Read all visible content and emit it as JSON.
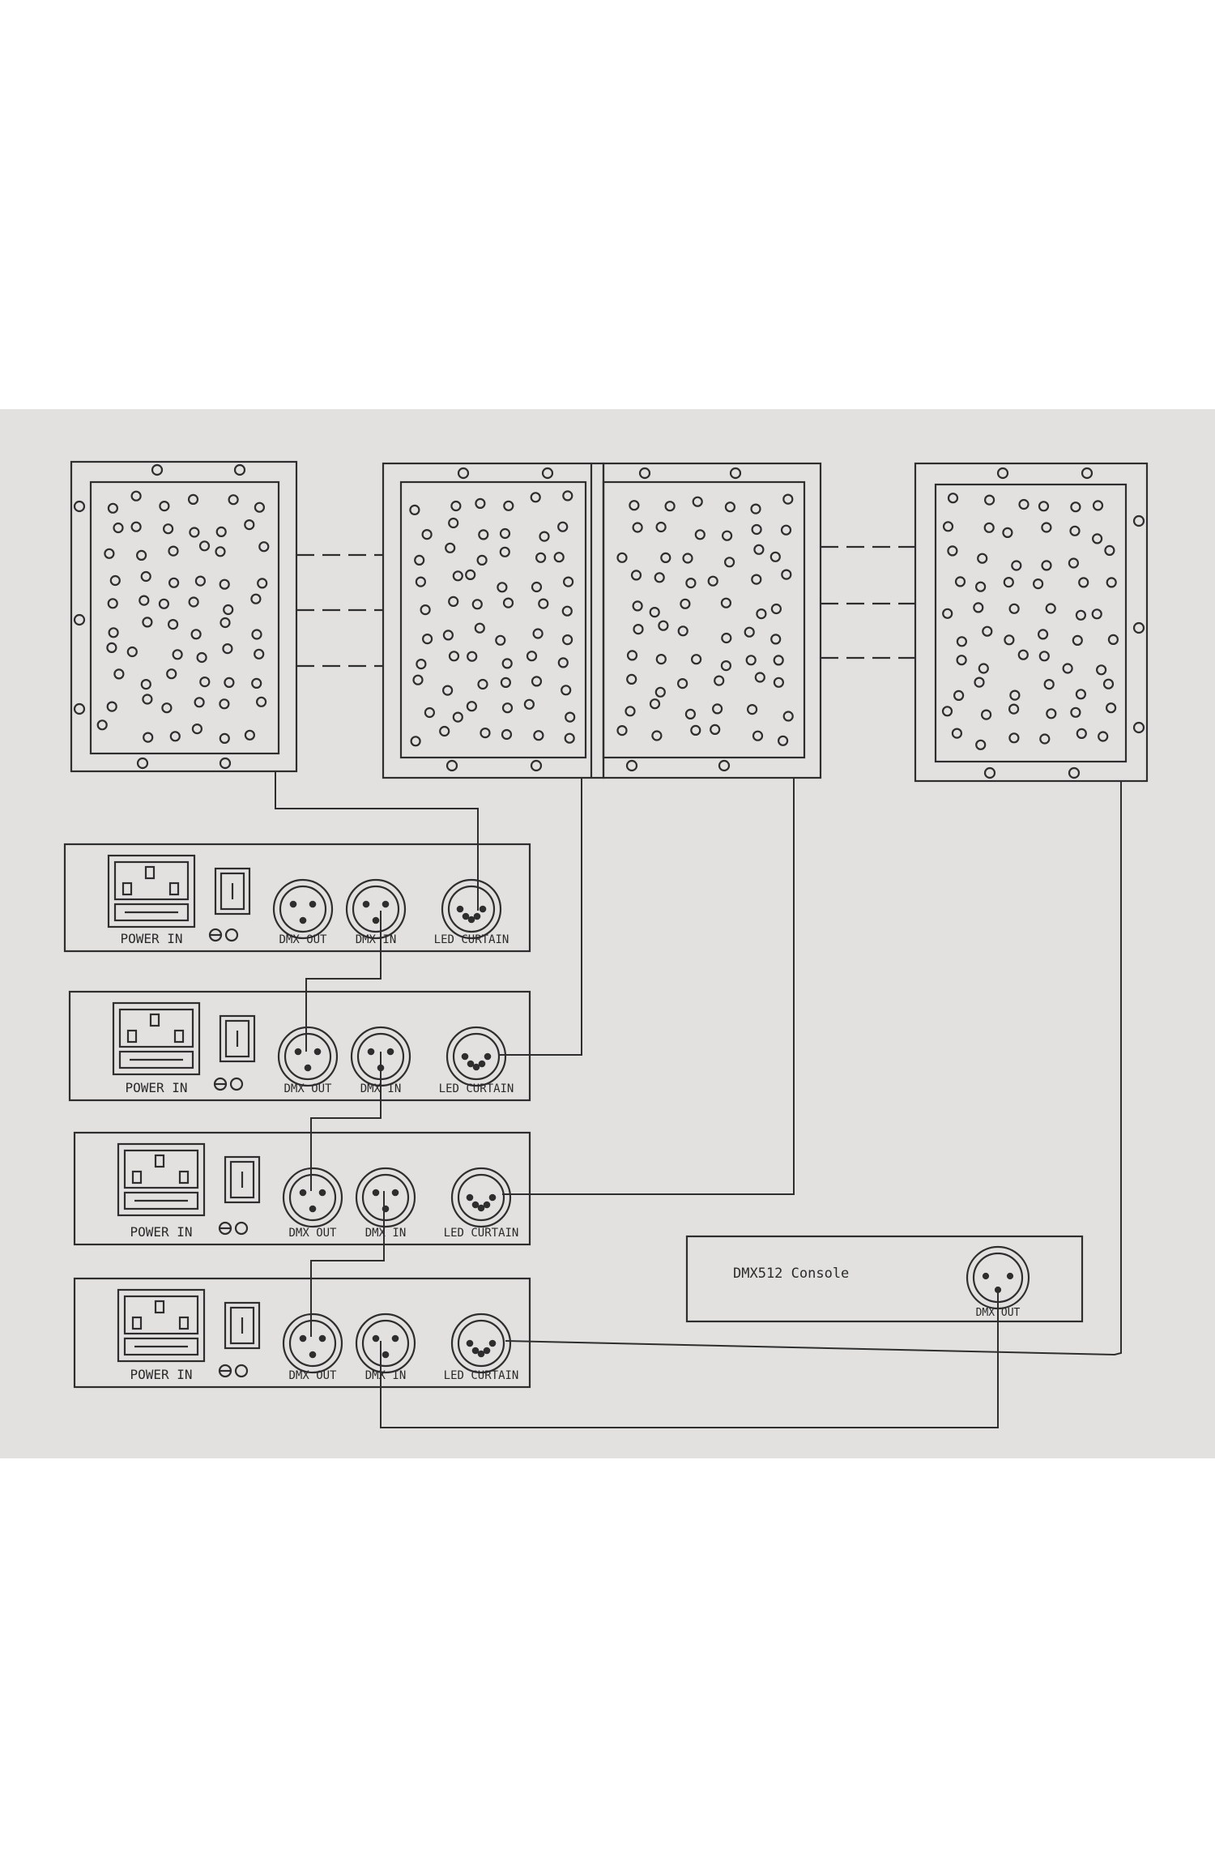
{
  "colors": {
    "page_background": "#ffffff",
    "paper": "#e2e1df",
    "line": "#2e2e2e"
  },
  "panels": [
    {
      "id": "led-panel-1"
    },
    {
      "id": "led-panel-2"
    },
    {
      "id": "led-panel-3"
    },
    {
      "id": "led-panel-4"
    }
  ],
  "controllers": [
    {
      "power_label": "POWER IN",
      "dmx_out_label": "DMX OUT",
      "dmx_in_label": "DMX IN",
      "curtain_label": "LED CURTAIN"
    },
    {
      "power_label": "POWER IN",
      "dmx_out_label": "DMX OUT",
      "dmx_in_label": "DMX IN",
      "curtain_label": "LED CURTAIN"
    },
    {
      "power_label": "POWER IN",
      "dmx_out_label": "DMX OUT",
      "dmx_in_label": "DMX IN",
      "curtain_label": "LED CURTAIN"
    },
    {
      "power_label": "POWER IN",
      "dmx_out_label": "DMX OUT",
      "dmx_in_label": "DMX IN",
      "curtain_label": "LED CURTAIN"
    }
  ],
  "console": {
    "title": "DMX512 Console",
    "dmx_out_label": "DMX OUT"
  },
  "icons": {
    "power_socket": "iec-power-socket-icon",
    "switch": "rocker-switch-icon",
    "dmx_connector": "xlr-connector-icon",
    "curtain_connector": "5-pin-connector-icon",
    "symbols": "ground-and-fuse-symbol-icon"
  }
}
